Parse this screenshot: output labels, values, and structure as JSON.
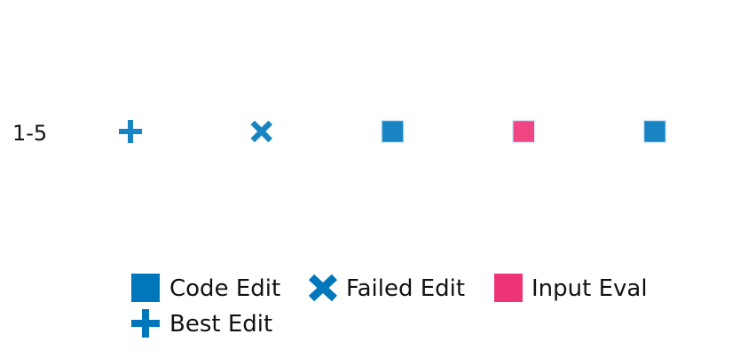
{
  "chart_data": {
    "type": "scatter",
    "title": "",
    "xlabel": "",
    "ylabel": "",
    "grid": false,
    "legend_placement": "bottom-center",
    "rows": [
      "1-5"
    ],
    "steps": [
      1,
      2,
      3,
      4,
      5
    ],
    "points": [
      {
        "row": "1-5",
        "step": 1,
        "event": "Best Edit"
      },
      {
        "row": "1-5",
        "step": 2,
        "event": "Failed Edit"
      },
      {
        "row": "1-5",
        "step": 3,
        "event": "Code Edit"
      },
      {
        "row": "1-5",
        "step": 4,
        "event": "Input Eval"
      },
      {
        "row": "1-5",
        "step": 5,
        "event": "Code Edit"
      }
    ],
    "legend": [
      {
        "label": "Code Edit",
        "marker": "square",
        "color": "#0077bb"
      },
      {
        "label": "Failed Edit",
        "marker": "x",
        "color": "#0077bb"
      },
      {
        "label": "Input Eval",
        "marker": "square",
        "color": "#ee3377"
      },
      {
        "label": "Best Edit",
        "marker": "plus",
        "color": "#0077bb"
      }
    ]
  }
}
